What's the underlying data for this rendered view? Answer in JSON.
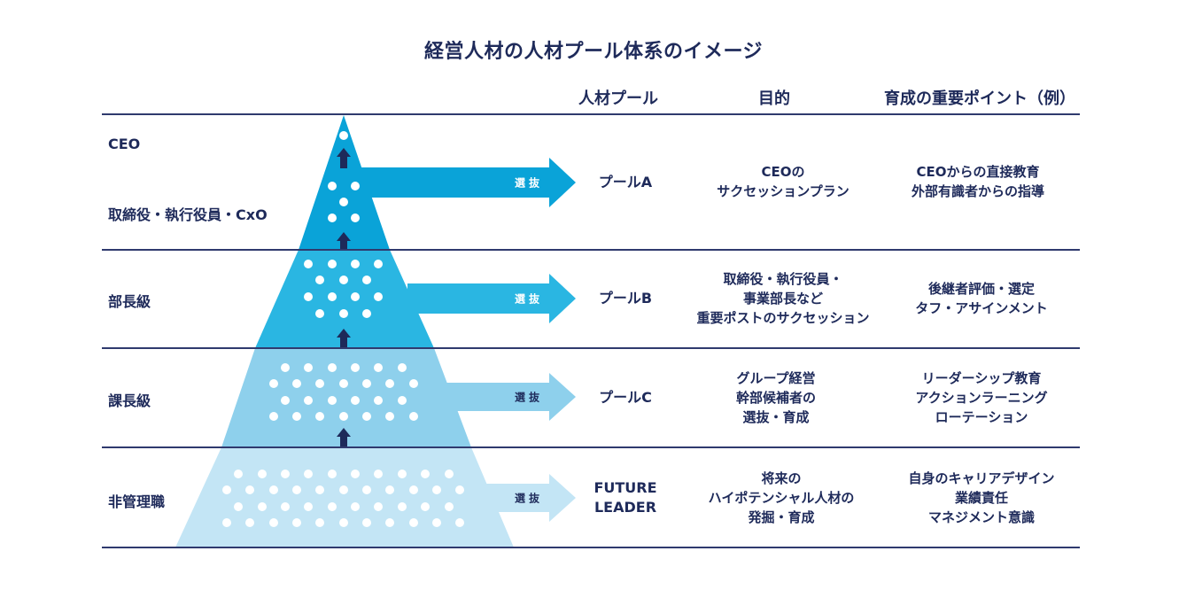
{
  "title": "経営人材の人材プール体系のイメージ",
  "columns": {
    "pool": "人材プール",
    "purpose": "目的",
    "points": "育成の重要ポイント（例）"
  },
  "levels": [
    {
      "label": "CEO"
    },
    {
      "label": "取締役・執行役員・CxO"
    },
    {
      "label": "部長級"
    },
    {
      "label": "課長級"
    },
    {
      "label": "非管理職"
    }
  ],
  "selection_label": "選抜",
  "rows": [
    {
      "pool": [
        "プールA"
      ],
      "purpose": [
        "CEOの",
        "サクセッションプラン"
      ],
      "points": [
        "CEOからの直接教育",
        "外部有識者からの指導"
      ],
      "arrow_color": "#0aa3d8",
      "label_color": "#ffffff"
    },
    {
      "pool": [
        "プールB"
      ],
      "purpose": [
        "取締役・執行役員・",
        "事業部長など",
        "重要ポストのサクセッション"
      ],
      "points": [
        "後継者評価・選定",
        "タフ・アサインメント"
      ],
      "arrow_color": "#2ab6e2",
      "label_color": "#ffffff"
    },
    {
      "pool": [
        "プールC"
      ],
      "purpose": [
        "グループ経営",
        "幹部候補者の",
        "選抜・育成"
      ],
      "points": [
        "リーダーシップ教育",
        "アクションラーニング",
        "ローテーション"
      ],
      "arrow_color": "#8ed0ec",
      "label_color": "#1e2a5a"
    },
    {
      "pool": [
        "FUTURE",
        "LEADER"
      ],
      "purpose": [
        "将来の",
        "ハイポテンシャル人材の",
        "発掘・育成"
      ],
      "points": [
        "自身のキャリアデザイン",
        "業績責任",
        "マネジメント意識"
      ],
      "arrow_color": "#c3e5f5",
      "label_color": "#1e2a5a"
    }
  ],
  "colors": {
    "navy": "#1e2a5a",
    "line": "#2f3a6e",
    "tier1": "#0aa3d8",
    "tier2": "#2ab6e2",
    "tier3": "#8ed0ec",
    "tier4": "#c3e5f5"
  }
}
